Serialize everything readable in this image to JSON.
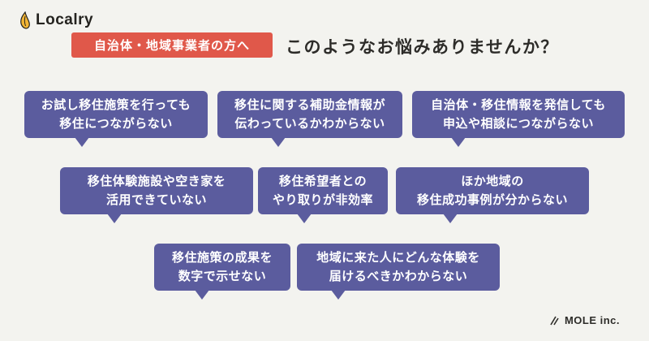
{
  "header": {
    "logo_text": "Localry",
    "badge_label": "自治体・地域事業者の方へ",
    "badge_color": "#e0584a",
    "title": "このようなお悩みありませんか？"
  },
  "theme": {
    "bubble_color": "#5b5c9e",
    "background": "#f3f3ef"
  },
  "bubbles": [
    {
      "lines": [
        "お試し移住施策を行っても",
        "移住につながらない"
      ]
    },
    {
      "lines": [
        "移住に関する補助金情報が",
        "伝わっているかわからない"
      ]
    },
    {
      "lines": [
        "自治体・移住情報を発信しても",
        "申込や相談につながらない"
      ]
    },
    {
      "lines": [
        "移住体験施設や空き家を",
        "活用できていない"
      ]
    },
    {
      "lines": [
        "移住希望者との",
        "やり取りが非効率"
      ]
    },
    {
      "lines": [
        "ほか地域の",
        "移住成功事例が分からない"
      ]
    },
    {
      "lines": [
        "移住施策の成果を",
        "数字で示せない"
      ]
    },
    {
      "lines": [
        "地域に来た人にどんな体験を",
        "届けるべきかわからない"
      ]
    }
  ],
  "footer": {
    "company": "MOLE inc."
  }
}
